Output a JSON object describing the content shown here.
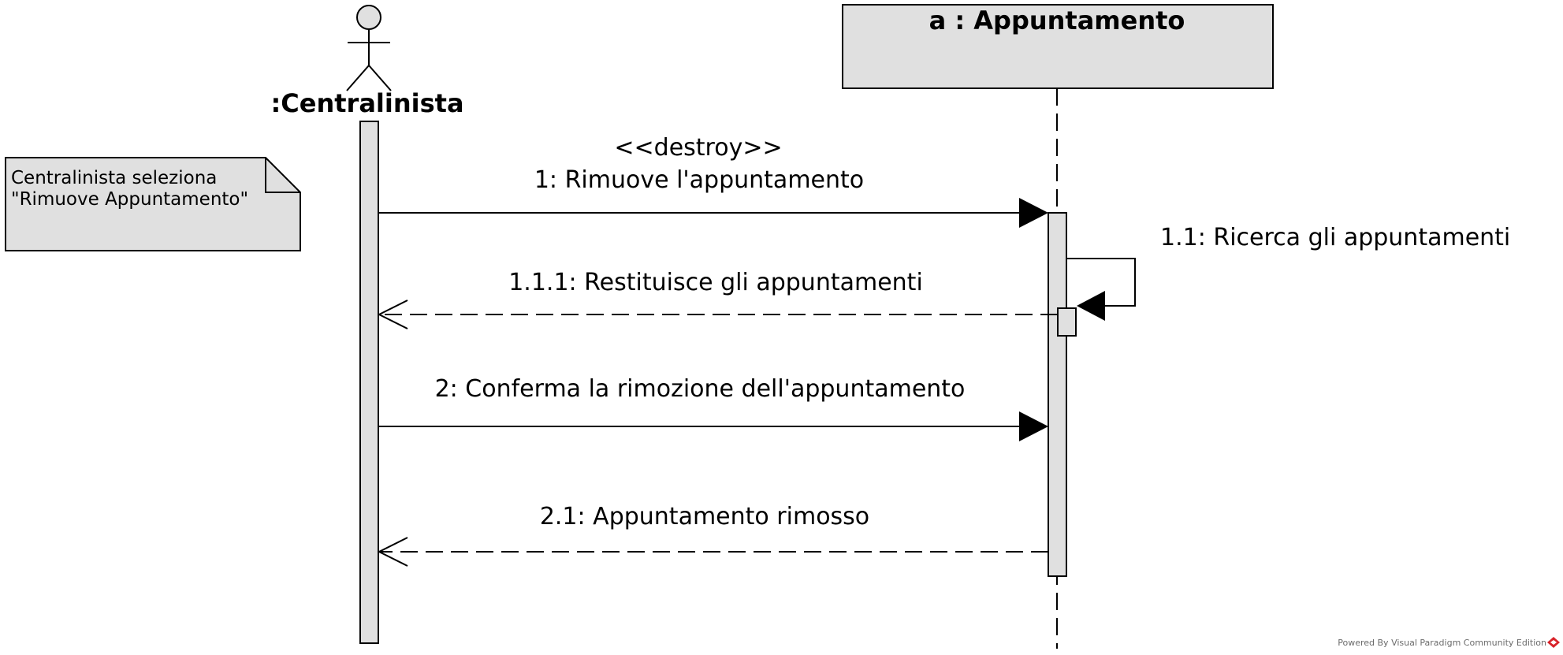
{
  "diagram": {
    "actor": {
      "name": ":Centralinista"
    },
    "object": {
      "name": "a : Appuntamento"
    },
    "note": {
      "line1": "Centralinista seleziona",
      "line2": "\"Rimuove Appuntamento\""
    },
    "messages": {
      "m1_stereotype": "<<destroy>>",
      "m1_label": "1: Rimuove l'appuntamento",
      "m11_label": "1.1: Ricerca gli appuntamenti",
      "m111_label": "1.1.1: Restituisce gli appuntamenti",
      "m2_label": "2: Conferma la rimozione dell'appuntamento",
      "m21_label": "2.1: Appuntamento rimosso"
    },
    "watermark": "Powered By Visual Paradigm Community Edition"
  },
  "colors": {
    "fill": "#e0e0e0",
    "stroke": "#000000",
    "watermark_logo": "#d8232a"
  }
}
